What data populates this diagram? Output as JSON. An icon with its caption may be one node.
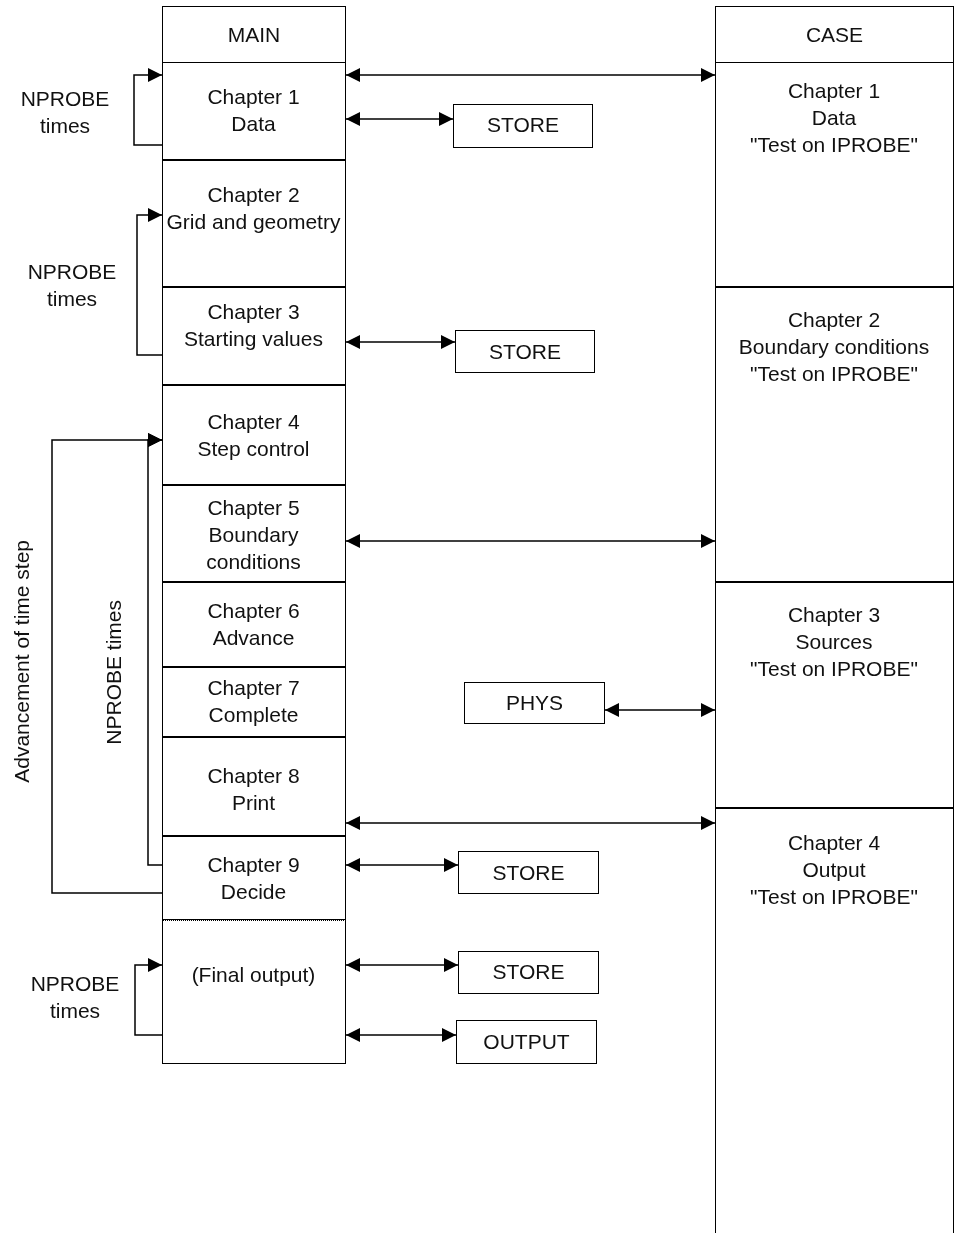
{
  "diagram": {
    "nodes": [
      {
        "text": [
          "MAIN"
        ]
      },
      {
        "text": [
          "Chapter 1",
          "Data"
        ],
        "in": 0
      },
      {
        "text": [
          "Chapter 2",
          "Grid and geometry"
        ],
        "in": 0
      },
      {
        "text": [
          "Chapter 3",
          "Starting values"
        ],
        "in": 0
      },
      {
        "text": [
          "Chapter 4",
          "Step control"
        ],
        "in": 0
      },
      {
        "text": [
          "Chapter 5",
          "Boundary conditions"
        ],
        "in": 0
      },
      {
        "text": [
          "Chapter 6",
          "Advance"
        ],
        "in": 0
      },
      {
        "text": [
          "Chapter 7",
          "Complete"
        ],
        "in": 0
      },
      {
        "text": [
          "Chapter 8",
          "Print"
        ],
        "in": 0
      },
      {
        "text": [
          "Chapter 9",
          "Decide"
        ],
        "in": 0
      },
      {
        "text": [
          "(Final output)"
        ],
        "in": 0
      },
      {
        "text": [
          "CASE"
        ]
      },
      {
        "text": [
          "Chapter 1",
          "Data",
          "\"Test on IPROBE\""
        ],
        "in": 11
      },
      {
        "text": [
          "Chapter 2",
          "Boundary conditions",
          "\"Test on IPROBE\""
        ],
        "in": 11
      },
      {
        "text": [
          "Chapter 3",
          "Sources",
          "\"Test on IPROBE\""
        ],
        "in": 11
      },
      {
        "text": [
          "Chapter 4",
          "Output",
          "\"Test on IPROBE\""
        ],
        "in": 11
      },
      {
        "text": [
          "STORE"
        ]
      },
      {
        "text": [
          "STORE"
        ]
      },
      {
        "text": [
          "PHYS"
        ]
      },
      {
        "text": [
          "STORE"
        ]
      },
      {
        "text": [
          "STORE"
        ]
      },
      {
        "text": [
          "OUTPUT"
        ]
      }
    ],
    "edges": [
      {
        "from": 1,
        "to": 1,
        "arrow": "to",
        "label": "NPROBE times"
      },
      {
        "from": 3,
        "to": 2,
        "arrow": "to",
        "label": "NPROBE times"
      },
      {
        "from": 9,
        "to": 4,
        "arrow": "to",
        "label": "NPROBE times"
      },
      {
        "from": 9,
        "to": 4,
        "arrow": "to",
        "label": "Advancement of time step"
      },
      {
        "from": 10,
        "to": 10,
        "arrow": "to",
        "label": "NPROBE times"
      },
      {
        "from": 1,
        "to": 12,
        "arrow": "both"
      },
      {
        "from": 1,
        "to": 16,
        "arrow": "both"
      },
      {
        "from": 3,
        "to": 17,
        "arrow": "both"
      },
      {
        "from": 5,
        "to": 13,
        "arrow": "both"
      },
      {
        "from": 18,
        "to": 14,
        "arrow": "both"
      },
      {
        "from": 8,
        "to": 15,
        "arrow": "both"
      },
      {
        "from": 9,
        "to": 19,
        "arrow": "both"
      },
      {
        "from": 10,
        "to": 20,
        "arrow": "both"
      },
      {
        "from": 10,
        "to": 21,
        "arrow": "both"
      }
    ]
  }
}
